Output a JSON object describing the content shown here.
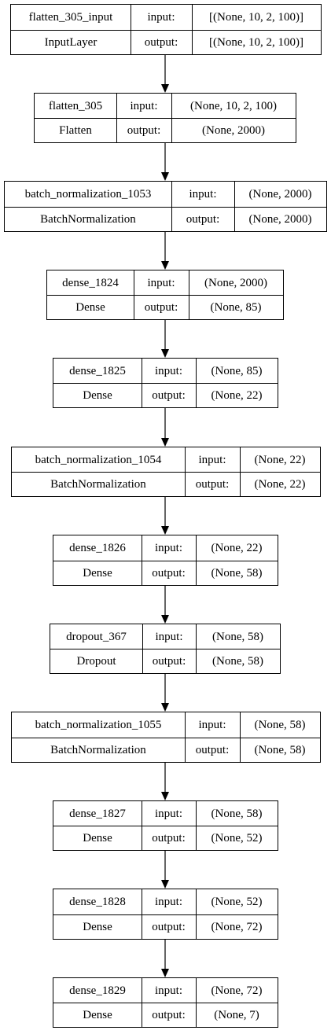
{
  "layers": [
    {
      "name": "flatten_305_input",
      "type": "InputLayer",
      "input_label": "input:",
      "output_label": "output:",
      "input_shape": "[(None, 10, 2, 100)]",
      "output_shape": "[(None, 10, 2, 100)]"
    },
    {
      "name": "flatten_305",
      "type": "Flatten",
      "input_label": "input:",
      "output_label": "output:",
      "input_shape": "(None, 10, 2, 100)",
      "output_shape": "(None, 2000)"
    },
    {
      "name": "batch_normalization_1053",
      "type": "BatchNormalization",
      "input_label": "input:",
      "output_label": "output:",
      "input_shape": "(None, 2000)",
      "output_shape": "(None, 2000)"
    },
    {
      "name": "dense_1824",
      "type": "Dense",
      "input_label": "input:",
      "output_label": "output:",
      "input_shape": "(None, 2000)",
      "output_shape": "(None, 85)"
    },
    {
      "name": "dense_1825",
      "type": "Dense",
      "input_label": "input:",
      "output_label": "output:",
      "input_shape": "(None, 85)",
      "output_shape": "(None, 22)"
    },
    {
      "name": "batch_normalization_1054",
      "type": "BatchNormalization",
      "input_label": "input:",
      "output_label": "output:",
      "input_shape": "(None, 22)",
      "output_shape": "(None, 22)"
    },
    {
      "name": "dense_1826",
      "type": "Dense",
      "input_label": "input:",
      "output_label": "output:",
      "input_shape": "(None, 22)",
      "output_shape": "(None, 58)"
    },
    {
      "name": "dropout_367",
      "type": "Dropout",
      "input_label": "input:",
      "output_label": "output:",
      "input_shape": "(None, 58)",
      "output_shape": "(None, 58)"
    },
    {
      "name": "batch_normalization_1055",
      "type": "BatchNormalization",
      "input_label": "input:",
      "output_label": "output:",
      "input_shape": "(None, 58)",
      "output_shape": "(None, 58)"
    },
    {
      "name": "dense_1827",
      "type": "Dense",
      "input_label": "input:",
      "output_label": "output:",
      "input_shape": "(None, 58)",
      "output_shape": "(None, 52)"
    },
    {
      "name": "dense_1828",
      "type": "Dense",
      "input_label": "input:",
      "output_label": "output:",
      "input_shape": "(None, 52)",
      "output_shape": "(None, 72)"
    },
    {
      "name": "dense_1829",
      "type": "Dense",
      "input_label": "input:",
      "output_label": "output:",
      "input_shape": "(None, 72)",
      "output_shape": "(None, 7)"
    }
  ],
  "colors": {
    "border": "#000000",
    "background": "#ffffff",
    "text": "#000000"
  }
}
